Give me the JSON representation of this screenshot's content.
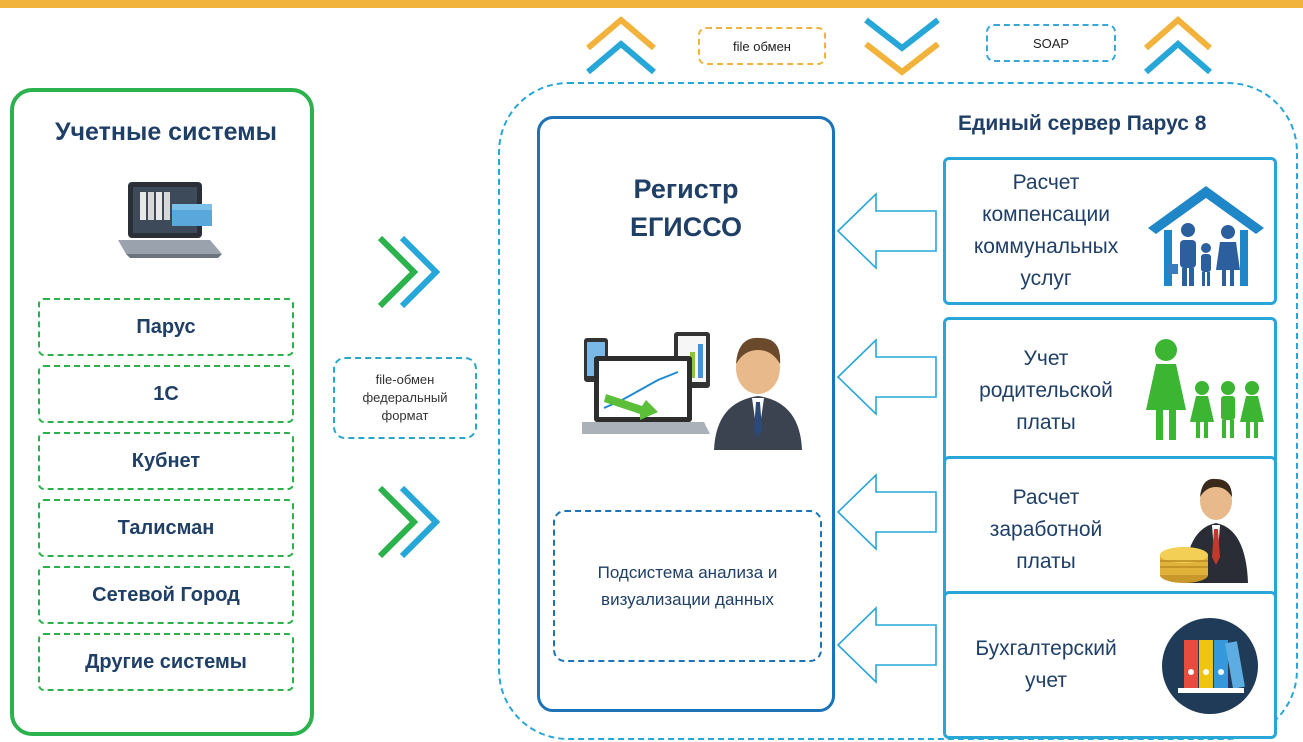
{
  "left": {
    "title": "Учетные системы",
    "items": [
      "Парус",
      "1С",
      "Кубнет",
      "Талисман",
      "Сетевой Город",
      "Другие  системы"
    ]
  },
  "middle": {
    "file_lines": [
      "file-обмен",
      "федеральный",
      "формат"
    ]
  },
  "top": {
    "file_label": "file обмен",
    "soap_label": "SOAP"
  },
  "server": {
    "title": "Единый сервер  Парус 8",
    "registry_lines": [
      "Регистр",
      "ЕГИССО"
    ],
    "subsystem_lines": [
      "Подсистема анализа и",
      "визуализации данных"
    ],
    "modules": [
      {
        "lines": [
          "Расчет",
          "компенсации",
          "коммунальных",
          "услуг"
        ],
        "icon": "family-house-icon"
      },
      {
        "lines": [
          "Учет",
          "родительской",
          "платы"
        ],
        "icon": "parent-children-icon"
      },
      {
        "lines": [
          "Расчет",
          "заработной",
          "платы"
        ],
        "icon": "businessman-coins-icon"
      },
      {
        "lines": [
          "Бухгалтерский",
          "учет"
        ],
        "icon": "binders-icon"
      }
    ]
  },
  "colors": {
    "green": "#2bb24c",
    "blue": "#27a6d8",
    "dark_blue": "#1c73b8",
    "orange": "#f2b33d",
    "navy_text": "#1f3f66"
  }
}
